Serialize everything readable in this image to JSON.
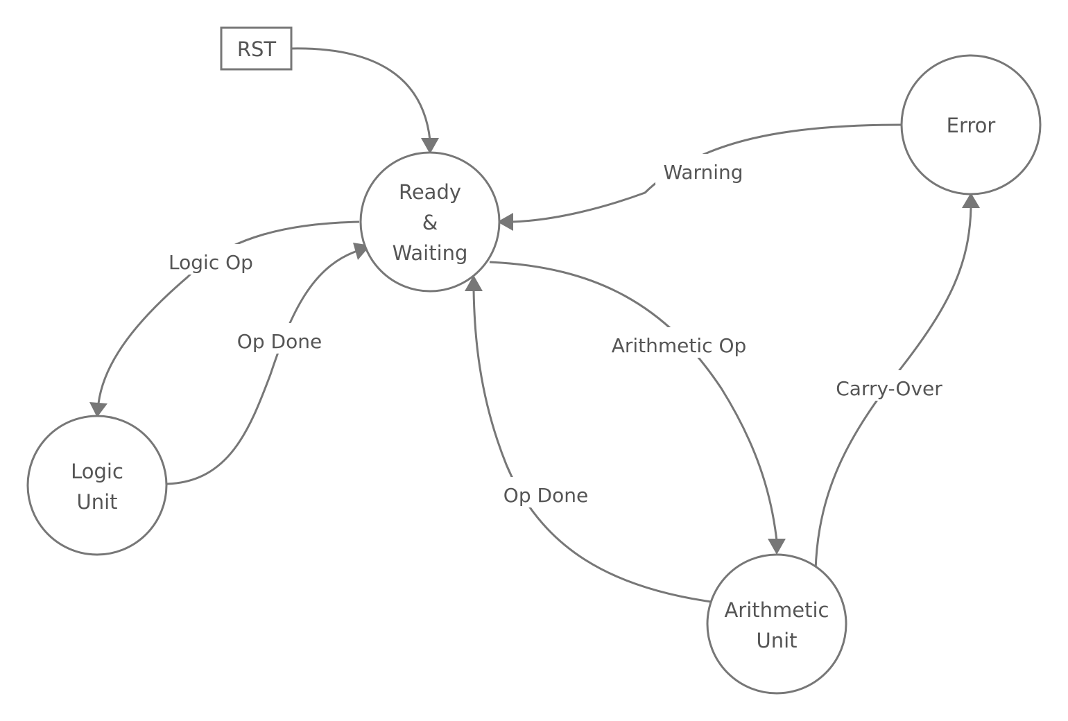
{
  "diagram": {
    "type": "state-machine",
    "nodes": {
      "rst": {
        "label": "RST"
      },
      "ready": {
        "lines": [
          "Ready",
          "&",
          "Waiting"
        ]
      },
      "error": {
        "lines": [
          "Error"
        ]
      },
      "logic": {
        "lines": [
          "Logic",
          "Unit"
        ]
      },
      "arith": {
        "lines": [
          "Arithmetic",
          "Unit"
        ]
      }
    },
    "edges": {
      "rst_ready": {
        "from": "RST",
        "to": "Ready & Waiting",
        "label": ""
      },
      "error_ready": {
        "from": "Error",
        "to": "Ready & Waiting",
        "label": "Warning"
      },
      "ready_logic": {
        "from": "Ready & Waiting",
        "to": "Logic Unit",
        "label": "Logic Op"
      },
      "logic_ready": {
        "from": "Logic Unit",
        "to": "Ready & Waiting",
        "label": "Op Done"
      },
      "ready_arith": {
        "from": "Ready & Waiting",
        "to": "Arithmetic Unit",
        "label": "Arithmetic Op"
      },
      "arith_ready": {
        "from": "Arithmetic Unit",
        "to": "Ready & Waiting",
        "label": "Op Done"
      },
      "arith_error": {
        "from": "Arithmetic Unit",
        "to": "Error",
        "label": "Carry-Over"
      }
    },
    "colors": {
      "stroke": "#777777",
      "text": "#555555",
      "background": "#ffffff"
    }
  }
}
